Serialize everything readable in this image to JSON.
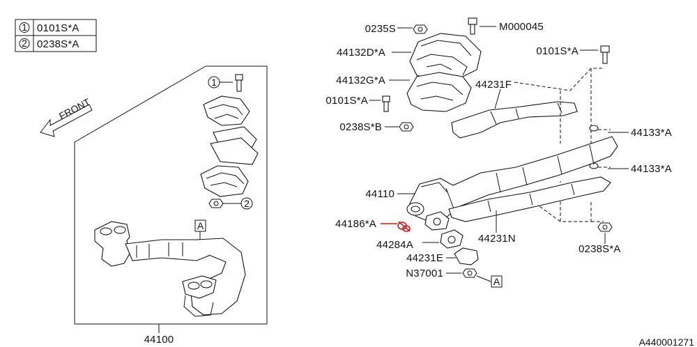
{
  "legend": {
    "rows": [
      {
        "num": "1",
        "code": "0101S*A"
      },
      {
        "num": "2",
        "code": "0238S*A"
      }
    ]
  },
  "front_label": "FRONT",
  "left_group": {
    "callout_1": "1",
    "callout_2": "2",
    "ref_box": "A",
    "part_number": "44100"
  },
  "labels": {
    "p0235S": "0235S",
    "pM000045": "M000045",
    "p44132D": "44132D*A",
    "p0101S_top": "0101S*A",
    "p44132G": "44132G*A",
    "p44231F": "44231F",
    "p0101S_mid": "0101S*A",
    "p0238S_B": "0238S*B",
    "p44133_1": "44133*A",
    "p44133_2": "44133*A",
    "p44110": "44110",
    "p44186": "44186*A",
    "p44284": "44284A",
    "p44231N": "44231N",
    "p0238S_A": "0238S*A",
    "p44231E": "44231E",
    "pN37001": "N37001",
    "ref_A": "A"
  },
  "diagram_id": "A440001271",
  "highlight_color": "#e01010"
}
